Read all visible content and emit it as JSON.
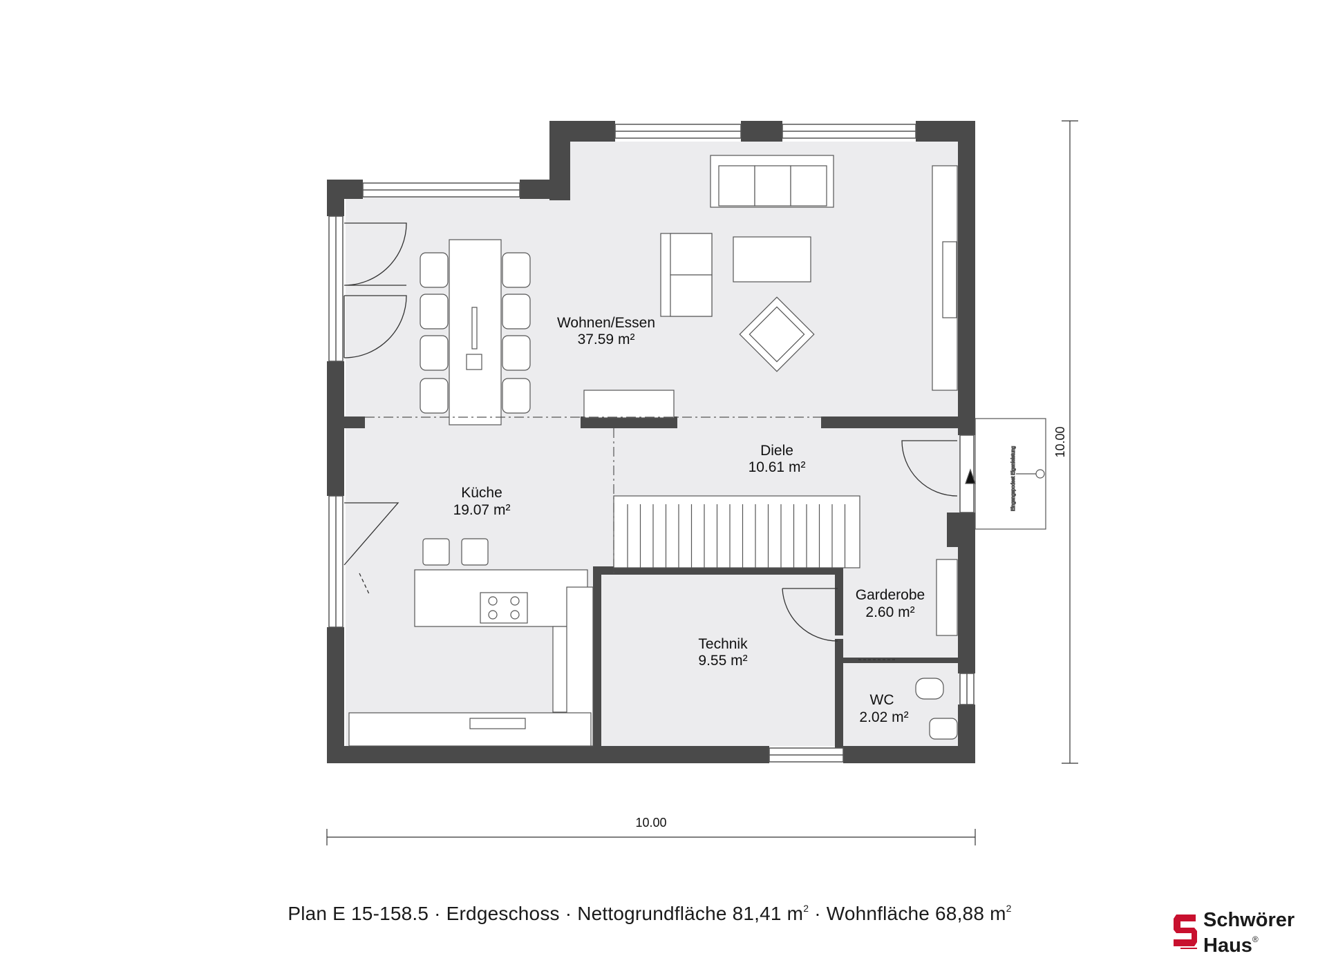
{
  "plan": {
    "rooms": [
      {
        "id": "wohnen",
        "name": "Wohnen/Essen",
        "area": "37.59 m²"
      },
      {
        "id": "diele",
        "name": "Diele",
        "area": "10.61 m²"
      },
      {
        "id": "kueche",
        "name": "Küche",
        "area": "19.07 m²"
      },
      {
        "id": "garderobe",
        "name": "Garderobe",
        "area": "2.60 m²"
      },
      {
        "id": "technik",
        "name": "Technik",
        "area": "9.55 m²"
      },
      {
        "id": "wc",
        "name": "WC",
        "area": "2.02 m²"
      }
    ],
    "dimension_width": "10.00",
    "dimension_height": "10.00",
    "entrance_label": "Eingangspodest Eigenleistung"
  },
  "caption": {
    "plan_id": "Plan E 15-158.5",
    "floor": "Erdgeschoss",
    "net_label": "Nettogrundfläche 81,41 m",
    "living_label": "Wohnfläche 68,88 m",
    "superscript": "2",
    "separator": " · "
  },
  "logo": {
    "line1": "Schwörer",
    "line2": "Haus",
    "registered": "®",
    "brand_color": "#c8102e"
  },
  "colors": {
    "wall": "#4a4a4a",
    "floor": "#ececee",
    "line": "#333333"
  }
}
